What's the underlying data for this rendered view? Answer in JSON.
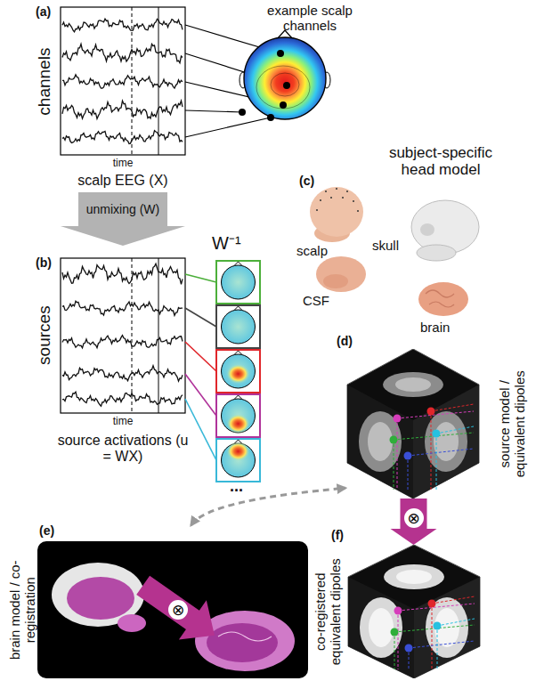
{
  "diagram": {
    "nodes": [
      {
        "text": [
          "unmixing (W)"
        ]
      },
      {
        "text": [
          "source model / equivalent dipoles"
        ]
      },
      {
        "text": [
          "brain model / co-registration"
        ]
      },
      {
        "text": [
          "co-registered equivalent dipoles"
        ]
      }
    ],
    "edges": [
      {
        "from": 2,
        "to": 1,
        "arrow": "both"
      },
      {
        "from": 1,
        "to": 3,
        "arrow": "to",
        "label": "⊗"
      }
    ],
    "labels": [
      "(a)",
      "channels",
      "time",
      "example scalp channels",
      "scalp EEG (X)",
      "W⁻¹",
      "(b)",
      "sources",
      "time",
      "source activations (u = WX)",
      "...",
      "(c)",
      "subject-specific head model",
      "scalp",
      "skull",
      "CSF",
      "brain",
      "(d)",
      "(e)",
      "(f)",
      "⊗"
    ]
  }
}
